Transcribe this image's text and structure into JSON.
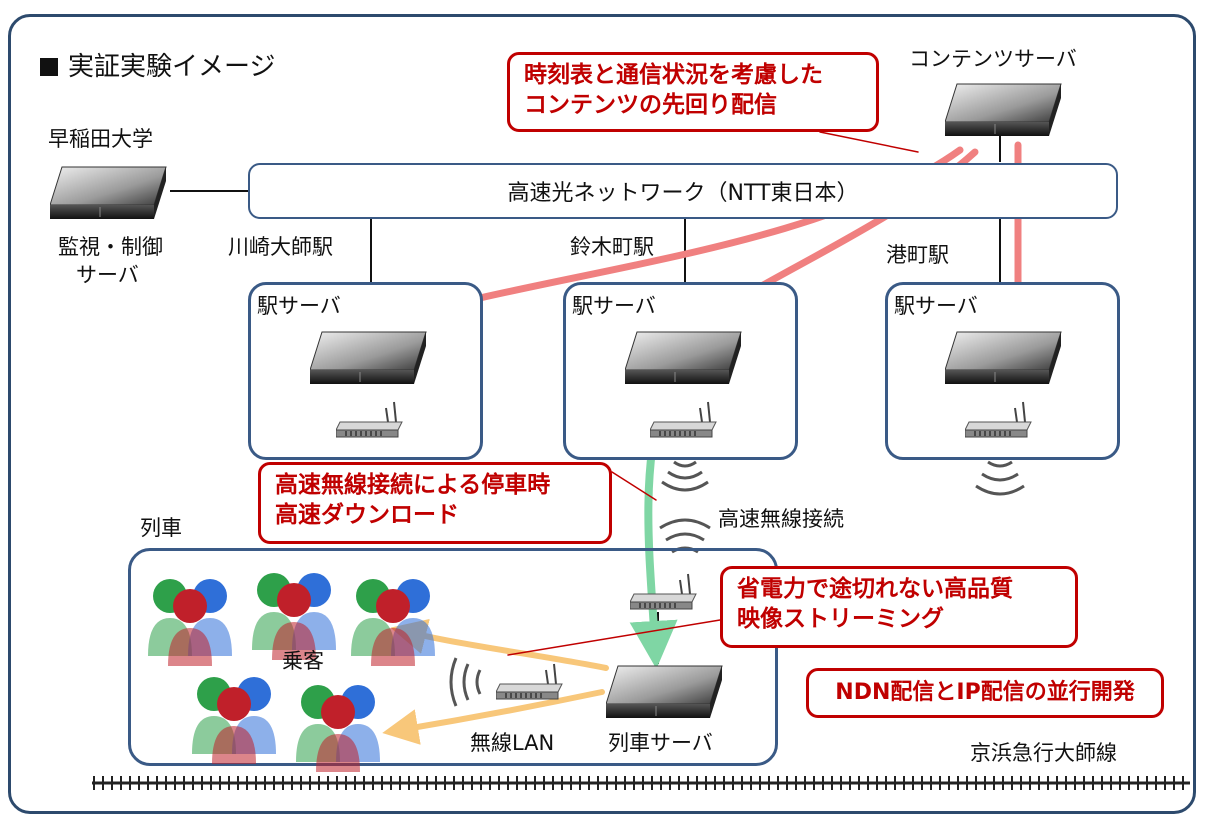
{
  "title": "■ 実証実験イメージ",
  "title_text": "実証実験イメージ",
  "nodes": {
    "content_server": "コンテンツサーバ",
    "university": "早稲田大学",
    "monitor_server_line1": "監視・制御",
    "monitor_server_line2": "サーバ",
    "network": "高速光ネットワーク（NTT東日本）",
    "station1": "川崎大師駅",
    "station2": "鈴木町駅",
    "station3": "港町駅",
    "station_server": "駅サーバ",
    "train": "列車",
    "passengers": "乗客",
    "wireless_lan": "無線LAN",
    "train_server": "列車サーバ",
    "high_speed_wireless": "高速無線接続",
    "rail_line": "京浜急行大師線"
  },
  "callouts": {
    "prefetch": [
      "時刻表と通信状況を考慮した",
      "コンテンツの先回り配信"
    ],
    "download": [
      "高速無線接続による停車時",
      "高速ダウンロード"
    ],
    "streaming": [
      "省電力で途切れない高品質",
      "映像ストリーミング"
    ],
    "parallel": "NDN配信とIP配信の並行開発"
  },
  "colors": {
    "frame": "#2d4a6d",
    "callout_red": "#c00000",
    "delivery_arrow": "#f08080",
    "download_beam": "#7fd6a4",
    "stream_arrow": "#f8c77a"
  }
}
